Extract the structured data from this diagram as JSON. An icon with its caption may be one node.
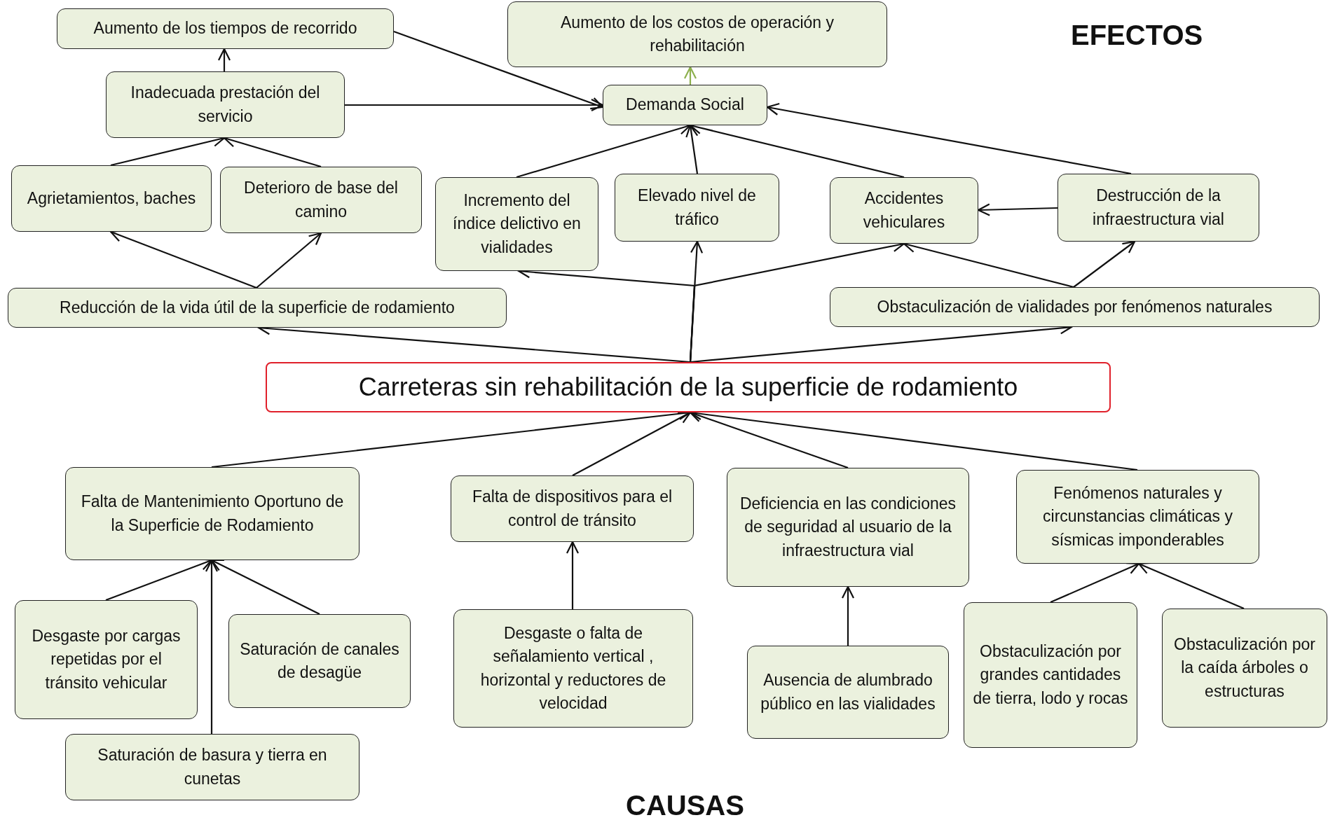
{
  "diagram": {
    "nodes": [
      {
        "text": [
          "Aumento de los tiempos de recorrido"
        ]
      },
      {
        "text": [
          "Aumento de los costos de operación y rehabilitación"
        ]
      },
      {
        "text": [
          "Inadecuada prestación del servicio"
        ]
      },
      {
        "text": [
          "Demanda Social"
        ]
      },
      {
        "text": [
          "Agrietamientos, baches"
        ]
      },
      {
        "text": [
          "Deterioro de base del camino"
        ]
      },
      {
        "text": [
          "Incremento del índice delictivo en vialidades"
        ]
      },
      {
        "text": [
          "Elevado nivel de tráfico"
        ]
      },
      {
        "text": [
          "Accidentes vehiculares"
        ]
      },
      {
        "text": [
          "Destrucción de la infraestructura vial"
        ]
      },
      {
        "text": [
          "Reducción de la vida útil de la superficie de rodamiento"
        ]
      },
      {
        "text": [
          "Obstaculización de vialidades por fenómenos naturales"
        ]
      },
      {
        "text": [
          "Carreteras sin rehabilitación de la superficie de rodamiento"
        ]
      },
      {
        "text": [
          "Falta de Mantenimiento Oportuno de la Superficie de Rodamiento"
        ]
      },
      {
        "text": [
          "Falta de dispositivos  para el control de tránsito"
        ]
      },
      {
        "text": [
          "Deficiencia en las condiciones de seguridad al usuario de la infraestructura vial"
        ]
      },
      {
        "text": [
          "Fenómenos naturales y circunstancias  climáticas y sísmicas imponderables"
        ]
      },
      {
        "text": [
          "Desgaste por cargas repetidas por el tránsito vehicular"
        ]
      },
      {
        "text": [
          "Saturación de canales de desagüe"
        ]
      },
      {
        "text": [
          "Saturación de basura y tierra en cunetas"
        ]
      },
      {
        "text": [
          "Desgaste o falta de señalamiento vertical , horizontal  y reductores de velocidad"
        ]
      },
      {
        "text": [
          "Ausencia  de alumbrado público en las vialidades"
        ]
      },
      {
        "text": [
          "Obstaculización por grandes cantidades de tierra, lodo y rocas"
        ]
      },
      {
        "text": [
          "Obstaculización por la caída árboles o estructuras"
        ]
      }
    ],
    "edges": [
      {
        "from": 2,
        "to": 0,
        "arrow": "to"
      },
      {
        "from": 0,
        "to": 3,
        "arrow": "to"
      },
      {
        "from": 2,
        "to": 3,
        "arrow": "to"
      },
      {
        "from": 3,
        "to": 1,
        "arrow": "to",
        "color": "#8db04e"
      },
      {
        "from": 4,
        "to": 2,
        "arrow": "to"
      },
      {
        "from": 5,
        "to": 2,
        "arrow": "to"
      },
      {
        "from": 6,
        "to": 3,
        "arrow": "to"
      },
      {
        "from": 7,
        "to": 3,
        "arrow": "to"
      },
      {
        "from": 8,
        "to": 3,
        "arrow": "to"
      },
      {
        "from": 9,
        "to": 3,
        "arrow": "to"
      },
      {
        "from": 9,
        "to": 8,
        "arrow": "to"
      },
      {
        "from": 10,
        "to": 4,
        "arrow": "to"
      },
      {
        "from": 10,
        "to": 5,
        "arrow": "to"
      },
      {
        "from": 12,
        "to": 10,
        "arrow": "to"
      },
      {
        "from": 12,
        "to": 11,
        "arrow": "to"
      },
      {
        "from": 12,
        "to": 7,
        "arrow": "to"
      },
      {
        "from": 12,
        "to": 6,
        "arrow": "to"
      },
      {
        "from": 12,
        "to": 8,
        "arrow": "to"
      },
      {
        "from": 11,
        "to": 8,
        "arrow": "to"
      },
      {
        "from": 11,
        "to": 9,
        "arrow": "to"
      },
      {
        "from": 13,
        "to": 12,
        "arrow": "to"
      },
      {
        "from": 14,
        "to": 12,
        "arrow": "to"
      },
      {
        "from": 15,
        "to": 12,
        "arrow": "to"
      },
      {
        "from": 16,
        "to": 12,
        "arrow": "to"
      },
      {
        "from": 17,
        "to": 13,
        "arrow": "to"
      },
      {
        "from": 18,
        "to": 13,
        "arrow": "to"
      },
      {
        "from": 19,
        "to": 13,
        "arrow": "to"
      },
      {
        "from": 20,
        "to": 14,
        "arrow": "to"
      },
      {
        "from": 21,
        "to": 15,
        "arrow": "to"
      },
      {
        "from": 22,
        "to": 16,
        "arrow": "to"
      },
      {
        "from": 23,
        "to": 16,
        "arrow": "to"
      }
    ],
    "labels": [
      "EFECTOS",
      "CAUSAS"
    ]
  }
}
